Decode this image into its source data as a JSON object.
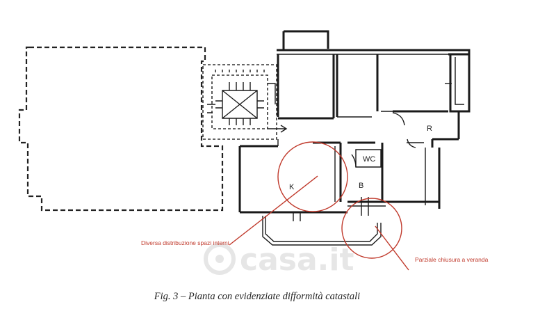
{
  "rooms": {
    "k": "K",
    "b": "B",
    "wc": "WC",
    "r": "R"
  },
  "annotations": {
    "left": "Diversa distribuzione spazi interni",
    "right": "Parziale chiusura a veranda"
  },
  "watermark": "casa.it",
  "caption": "Fig. 3 – Pianta con evidenziate difformità catastali",
  "colors": {
    "annotation": "#c0392b",
    "walls": "#1a1a1a",
    "watermark": "#e6e6e6"
  }
}
